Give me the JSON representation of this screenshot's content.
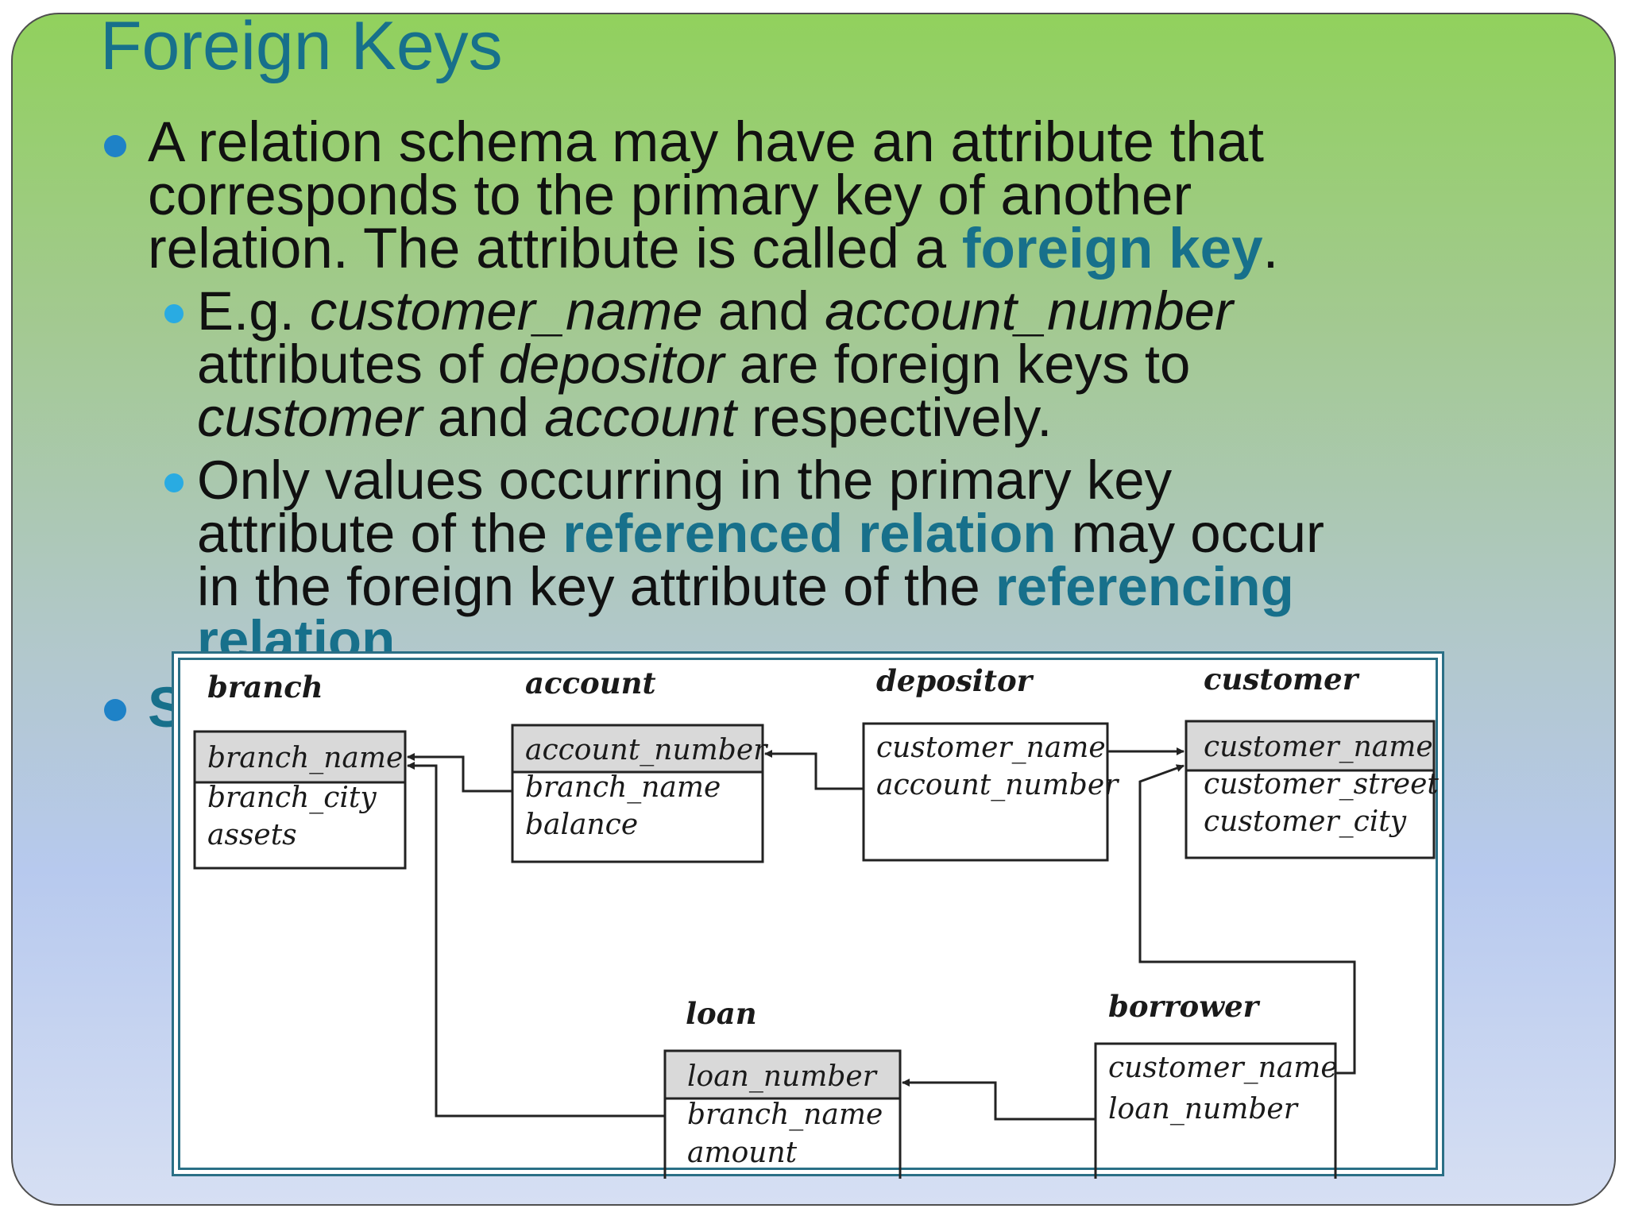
{
  "slide": {
    "title": "Foreign Keys",
    "bullet1": {
      "line1": "A relation schema may have an attribute that",
      "line2": "corresponds to the primary key of another",
      "line3_pre": "relation.  The attribute is called a ",
      "line3_kw": "foreign key",
      "line3_post": "."
    },
    "bullet2": {
      "pre": "E.g. ",
      "t1": "customer_name",
      "mid1": " and ",
      "t2": "account_number",
      "line2_pre": "attributes of ",
      "t3": "depositor",
      "line2_post": " are foreign keys to",
      "t4": "customer",
      "mid2": " and ",
      "t5": "account",
      "line3_post": " respectively."
    },
    "bullet3": {
      "line1": "Only values occurring in the primary key",
      "line2_pre": "attribute of the ",
      "kw1": "referenced relation",
      "line2_post": " may occur",
      "line3_pre": "in the foreign key attribute of the ",
      "kw2": "referencing",
      "kw3": "relation",
      "line4_post": "."
    },
    "bullet4": {
      "partial": "S"
    }
  },
  "schema_diagram": {
    "tables": [
      {
        "name": "branch",
        "primary_key": "branch_name",
        "attributes": [
          "branch_city",
          "assets"
        ]
      },
      {
        "name": "account",
        "primary_key": "account_number",
        "attributes": [
          "branch_name",
          "balance"
        ]
      },
      {
        "name": "depositor",
        "primary_key": "",
        "attributes": [
          "customer_name",
          "account_number"
        ]
      },
      {
        "name": "customer",
        "primary_key": "customer_name",
        "attributes": [
          "customer_street",
          "customer_city"
        ]
      },
      {
        "name": "loan",
        "primary_key": "loan_number",
        "attributes": [
          "branch_name",
          "amount"
        ]
      },
      {
        "name": "borrower",
        "primary_key": "",
        "attributes": [
          "customer_name",
          "loan_number"
        ]
      }
    ],
    "references": [
      {
        "from": "account.branch_name",
        "to": "branch.branch_name"
      },
      {
        "from": "depositor.account_number",
        "to": "account.account_number"
      },
      {
        "from": "depositor.customer_name",
        "to": "customer.customer_name"
      },
      {
        "from": "loan.branch_name",
        "to": "branch.branch_name"
      },
      {
        "from": "borrower.loan_number",
        "to": "loan.loan_number"
      },
      {
        "from": "borrower.customer_name",
        "to": "customer.customer_name"
      }
    ]
  }
}
